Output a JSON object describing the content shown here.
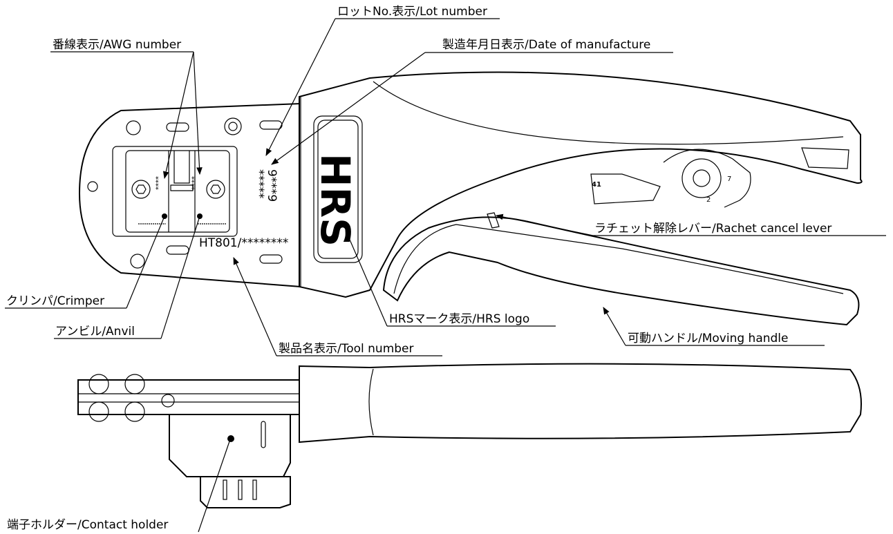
{
  "labels": {
    "lot_number": "ロットNo.表示/Lot number",
    "awg_number": "番線表示/AWG number",
    "date_of_manufacture": "製造年月日表示/Date of manufacture",
    "ratchet_cancel_lever": "ラチェット解除レバー/Rachet cancel lever",
    "crimper": "クリンパ/Crimper",
    "anvil": "アンビル/Anvil",
    "hrs_logo": "HRSマーク表示/HRS logo",
    "moving_handle": "可動ハンドル/Moving handle",
    "tool_number": "製品名表示/Tool number",
    "contact_holder": "端子ホルダー/Contact holder"
  },
  "markings": {
    "logo": "HRS",
    "tool_id": "HT801/********",
    "lot_stamp": "*****",
    "date_stamp": "9***9",
    "awg_left": "****",
    "awg_right": "****",
    "dial_41": "41",
    "dial_2": "2",
    "dial_7": "7"
  }
}
